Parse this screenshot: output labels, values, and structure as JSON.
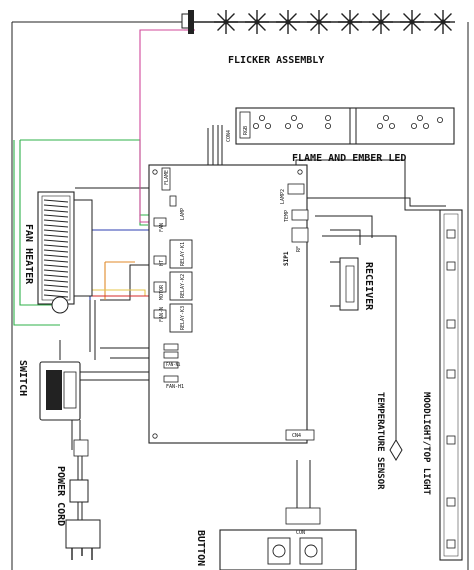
{
  "labels": {
    "flicker_assembly": "FLICKER ASSEMBLY",
    "flame_ember_led": "FLAME AND EMBER LED",
    "fan_heater": "FAN HEATER",
    "switch": "SWITCH",
    "power_cord": "POWER CORD",
    "button": "BUTTON",
    "receiver": "RECEIVER",
    "temperature_sensor": "TEMPERATURE SENSOR",
    "moodlight": "MOODLIGHT/TOP LIGHT"
  },
  "board": {
    "flame_connector": "FLAME",
    "lamp": "LAMP",
    "relay1": "RELAY-K1",
    "relay2": "RELAY-K2",
    "relay3": "RELAY-K3",
    "lamp2": "LAMP2",
    "temp": "TEMP",
    "rf": "RF",
    "sip1": "SIP1",
    "cn4": "CN4",
    "led_conn": "CON4",
    "fan_h1": "FAN-H1",
    "fan_small": "FAN",
    "ht": "HT",
    "motor": "MOTOR",
    "fan_n": "FAN-N",
    "fan_n1": "FAN-N1",
    "led_strip_tag": "RGB",
    "btn_tag": "CON"
  },
  "colors": {
    "ground": "#2fb04a",
    "pink": "#d0489a",
    "blue": "#2c3fb0",
    "orange": "#e08a2a",
    "red": "#d42a2a",
    "yellow": "#e6c44a",
    "line": "#222222"
  }
}
